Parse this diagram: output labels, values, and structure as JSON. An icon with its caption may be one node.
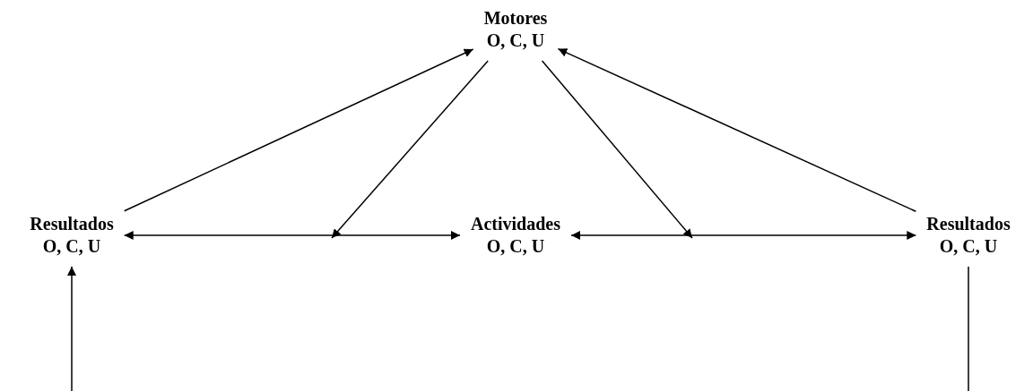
{
  "diagram": {
    "nodes": [
      {
        "text": [
          "Motores",
          "O, C, U"
        ]
      },
      {
        "text": [
          "Resultados",
          "O, C, U"
        ]
      },
      {
        "text": [
          "Actividades",
          "O, C, U"
        ]
      },
      {
        "text": [
          "Resultados",
          "O, C, U"
        ]
      }
    ],
    "edges": [
      {
        "from": 1,
        "to": 0,
        "arrow": "to"
      },
      {
        "from": 3,
        "to": 0,
        "arrow": "to"
      },
      {
        "from": 0,
        "to": null,
        "arrow": "to"
      },
      {
        "from": 0,
        "to": null,
        "arrow": "to"
      },
      {
        "from": 1,
        "to": 2,
        "arrow": "both"
      },
      {
        "from": 2,
        "to": 3,
        "arrow": "both"
      },
      {
        "from": null,
        "to": 1,
        "arrow": "to"
      },
      {
        "from": 3,
        "to": null,
        "arrow": "none"
      }
    ]
  }
}
